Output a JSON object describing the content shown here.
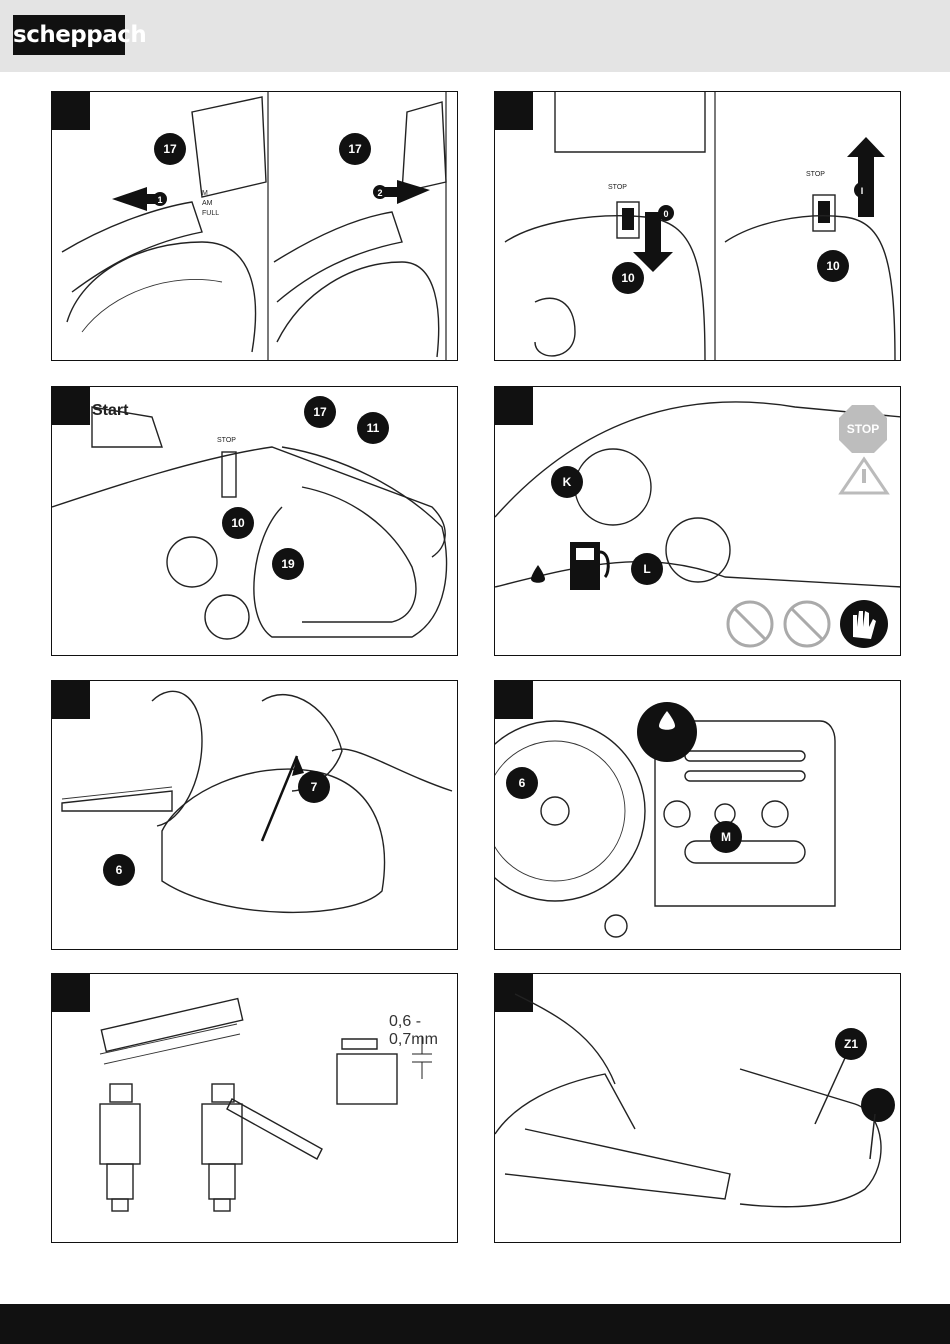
{
  "header": {
    "logo_text": "scheppach"
  },
  "panels": [
    {
      "callouts": [
        "17",
        "1",
        "17",
        "2"
      ],
      "labels": [
        "M",
        "AM",
        "FULL"
      ]
    },
    {
      "callouts": [
        "0",
        "10",
        "I",
        "10"
      ],
      "labels": [
        "STOP",
        "I",
        "STOP"
      ]
    },
    {
      "callouts": [
        "17",
        "11",
        "10",
        "19"
      ],
      "labels": [
        "Start",
        "STOP"
      ]
    },
    {
      "callouts": [
        "K",
        "L"
      ],
      "labels": [
        "STOP"
      ]
    },
    {
      "callouts": [
        "7",
        "6"
      ]
    },
    {
      "callouts": [
        "6",
        "M"
      ]
    },
    {
      "gap_label": "0,6 - 0,7mm"
    },
    {
      "callouts": [
        "Z1"
      ]
    }
  ],
  "colors": {
    "accent": "#111111",
    "header_bg": "#e4e4e4",
    "stop_sign": "#bdbdbd"
  }
}
